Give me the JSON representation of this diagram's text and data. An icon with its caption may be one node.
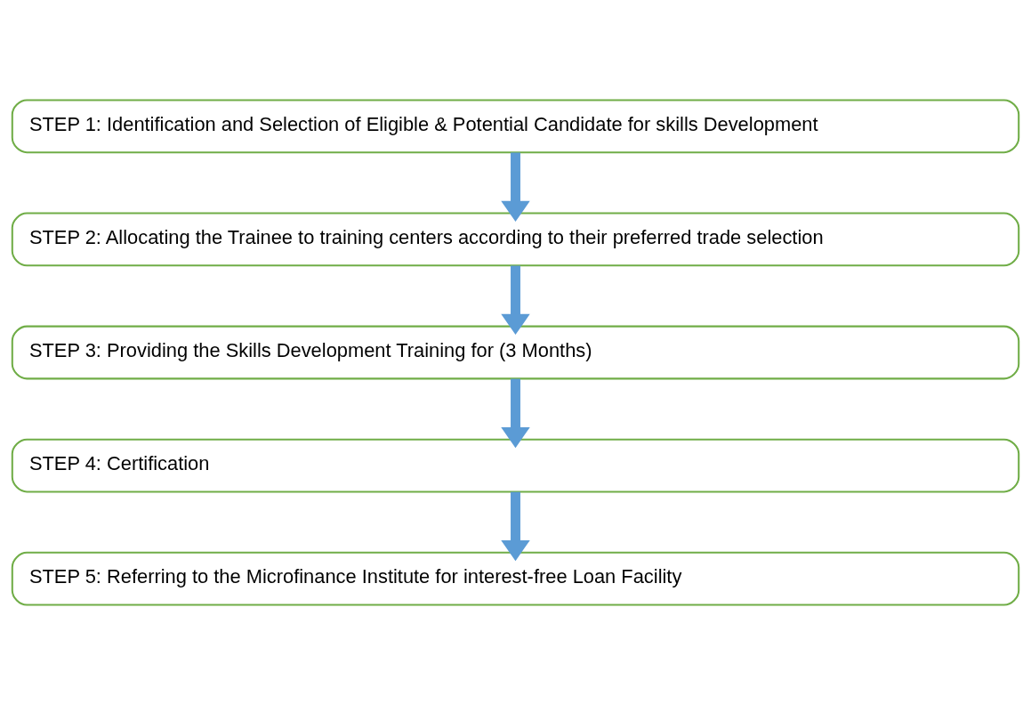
{
  "diagram": {
    "nodes": [
      {
        "text": [
          "STEP 1: Identification and Selection of Eligible & Potential Candidate for skills Development"
        ]
      },
      {
        "text": [
          "STEP 2: Allocating the Trainee to training centers according to their preferred trade selection"
        ]
      },
      {
        "text": [
          "STEP 3: Providing the Skills Development Training for (3 Months)"
        ]
      },
      {
        "text": [
          "STEP 4: Certification"
        ]
      },
      {
        "text": [
          "STEP 5: Referring to the Microfinance Institute for interest-free Loan Facility"
        ]
      }
    ],
    "edges": [
      {
        "from": 0,
        "to": 1,
        "arrow": "to"
      },
      {
        "from": 1,
        "to": 2,
        "arrow": "to"
      },
      {
        "from": 2,
        "to": 3,
        "arrow": "to"
      },
      {
        "from": 3,
        "to": 4,
        "arrow": "to"
      }
    ]
  }
}
